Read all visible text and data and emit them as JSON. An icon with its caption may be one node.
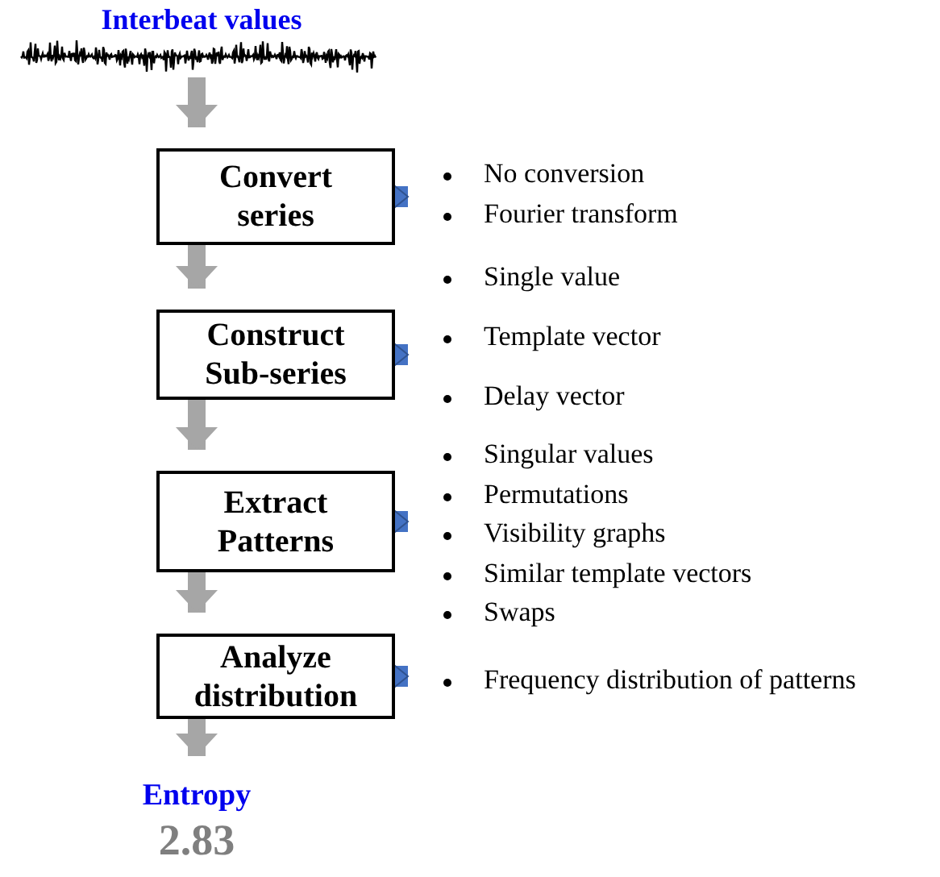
{
  "diagram": {
    "nodes": [
      {
        "text": [
          "Interbeat values"
        ]
      },
      {
        "text": [
          "Convert series"
        ]
      },
      {
        "text": [
          "No conversion",
          "Fourier transform"
        ]
      },
      {
        "text": [
          "Construct Sub-series"
        ]
      },
      {
        "text": [
          "Single value",
          "Template vector",
          "Delay vector"
        ]
      },
      {
        "text": [
          "Extract Patterns"
        ]
      },
      {
        "text": [
          "Singular values",
          "Permutations",
          "Visibility graphs",
          "Similar template vectors",
          "Swaps"
        ]
      },
      {
        "text": [
          "Analyze distribution"
        ]
      },
      {
        "text": [
          "Frequency distribution of patterns"
        ]
      },
      {
        "text": [
          "Entropy",
          "2.83"
        ]
      }
    ],
    "edges": [
      {
        "from": 0,
        "to": 1,
        "arrow": "to"
      },
      {
        "from": 1,
        "to": 2,
        "arrow": "to",
        "color": "#4472c4"
      },
      {
        "from": 1,
        "to": 3,
        "arrow": "to"
      },
      {
        "from": 3,
        "to": 4,
        "arrow": "to",
        "color": "#4472c4"
      },
      {
        "from": 3,
        "to": 5,
        "arrow": "to"
      },
      {
        "from": 5,
        "to": 6,
        "arrow": "to",
        "color": "#4472c4"
      },
      {
        "from": 5,
        "to": 7,
        "arrow": "to"
      },
      {
        "from": 7,
        "to": 8,
        "arrow": "to",
        "color": "#4472c4"
      },
      {
        "from": 7,
        "to": 9,
        "arrow": "to"
      }
    ]
  }
}
